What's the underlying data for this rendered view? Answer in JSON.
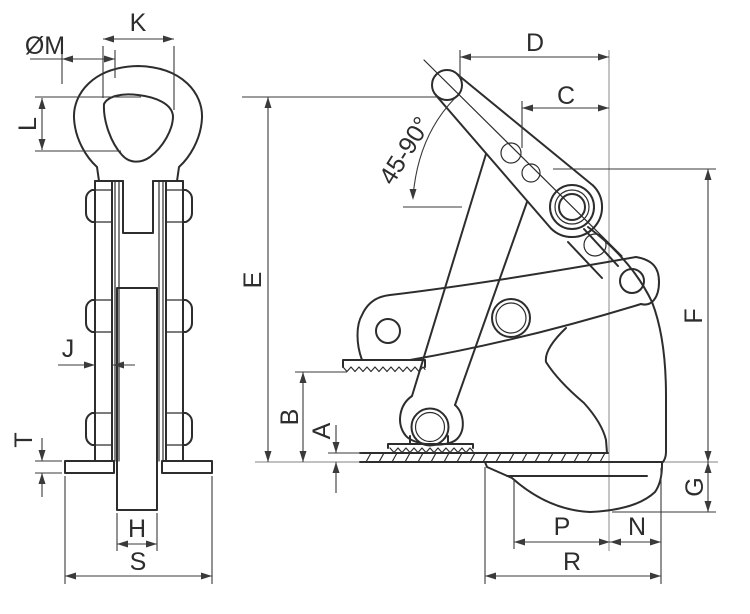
{
  "style": {
    "background_color": "#ffffff",
    "outline_color": "#2d2d2d",
    "dimension_color": "#3a3a3a",
    "reference_line_color": "#9c9c9c",
    "label_color": "#2d2d2d"
  },
  "front_view": {
    "dimensions": {
      "K": "K",
      "M": "ØM",
      "L": "L",
      "J": "J",
      "T": "T",
      "H": "H",
      "S": "S"
    }
  },
  "side_view": {
    "dimensions": {
      "D": "D",
      "C": "C",
      "angle": "45-90°",
      "E": "E",
      "B": "B",
      "A": "A",
      "F": "F",
      "G": "G",
      "P": "P",
      "N": "N",
      "R": "R"
    }
  }
}
